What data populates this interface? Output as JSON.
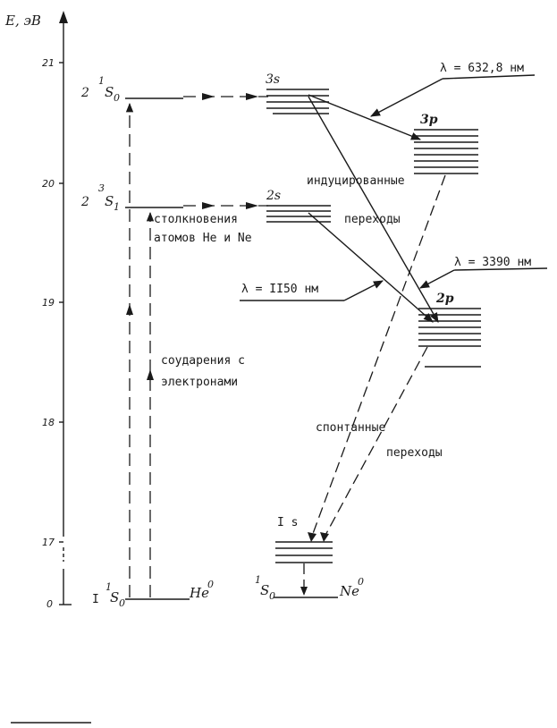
{
  "axis": {
    "label": "E, эВ",
    "ticks": [
      "21",
      "20",
      "19",
      "18",
      "17",
      "0"
    ]
  },
  "helium": {
    "ground_prefix": "I",
    "ground_sup": "1",
    "ground_sym": "S",
    "ground_sub": "0",
    "atom": "He",
    "atom_sup": "0",
    "singlet_prefix": "2",
    "singlet_sup": "1",
    "singlet_sym": "S",
    "singlet_sub": "0",
    "triplet_prefix": "2",
    "triplet_sup": "3",
    "triplet_sym": "S",
    "triplet_sub": "1"
  },
  "neon": {
    "level_3s": "3s",
    "level_2s": "2s",
    "level_3p": "3p",
    "level_2p": "2p",
    "level_1s": "I s",
    "ground_sup": "1",
    "ground_sym": "S",
    "ground_sub": "0",
    "atom": "Ne",
    "atom_sup": "0"
  },
  "annotations": {
    "collisions_line1": "столкновения",
    "collisions_line2": "атомов He и Ne",
    "electron_line1": "соударения с",
    "electron_line2": "электронами",
    "induced_line1": "индуцированные",
    "induced_line2": "переходы",
    "spont_line1": "спонтанные",
    "spont_line2": "переходы",
    "lambda_632": "λ = 632,8 нм",
    "lambda_1150": "λ = II50 нм",
    "lambda_3390": "λ = 3390 нм"
  }
}
